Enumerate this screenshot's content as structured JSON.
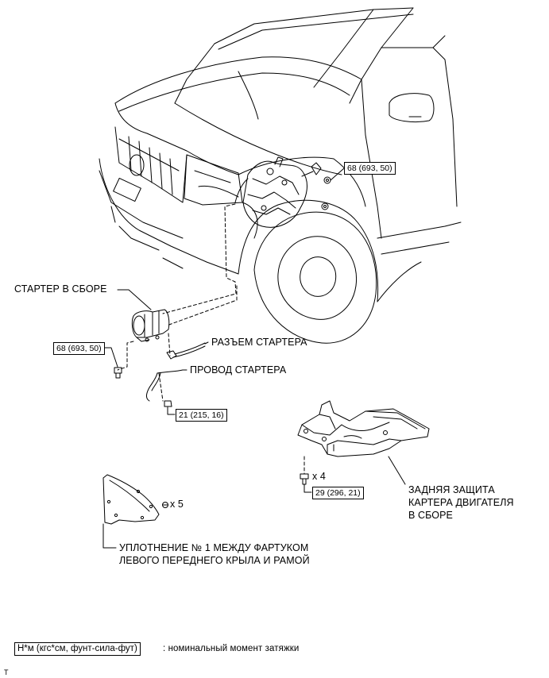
{
  "labels": {
    "starter_assembly": "СТАРТЕР В СБОРЕ",
    "starter_connector": "РАЗЪЕМ СТАРТЕРА",
    "starter_wire": "ПРОВОД СТАРТЕРА",
    "rear_guard_line1": "ЗАДНЯЯ ЗАЩИТА",
    "rear_guard_line2": "КАРТЕРА ДВИГАТЕЛЯ",
    "rear_guard_line3": "В СБОРЕ",
    "seal_line1": "УПЛОТНЕНИЕ № 1 МЕЖДУ ФАРТУКОМ",
    "seal_line2": "ЛЕВОГО ПЕРЕДНЕГО КРЫЛА И РАМОЙ",
    "qty_bolts": "x 4",
    "qty_clips": "x 5"
  },
  "torques": {
    "fender_bolt": "68 (693, 50)",
    "starter_bolt": "68 (693, 50)",
    "wire_nut": "21 (215, 16)",
    "guard_bolt": "29 (296, 21)"
  },
  "legend": {
    "units": "Н*м (кгс*см, фунт-сила-фут)",
    "description": ": номинальный момент затяжки"
  },
  "corner_mark": "T"
}
